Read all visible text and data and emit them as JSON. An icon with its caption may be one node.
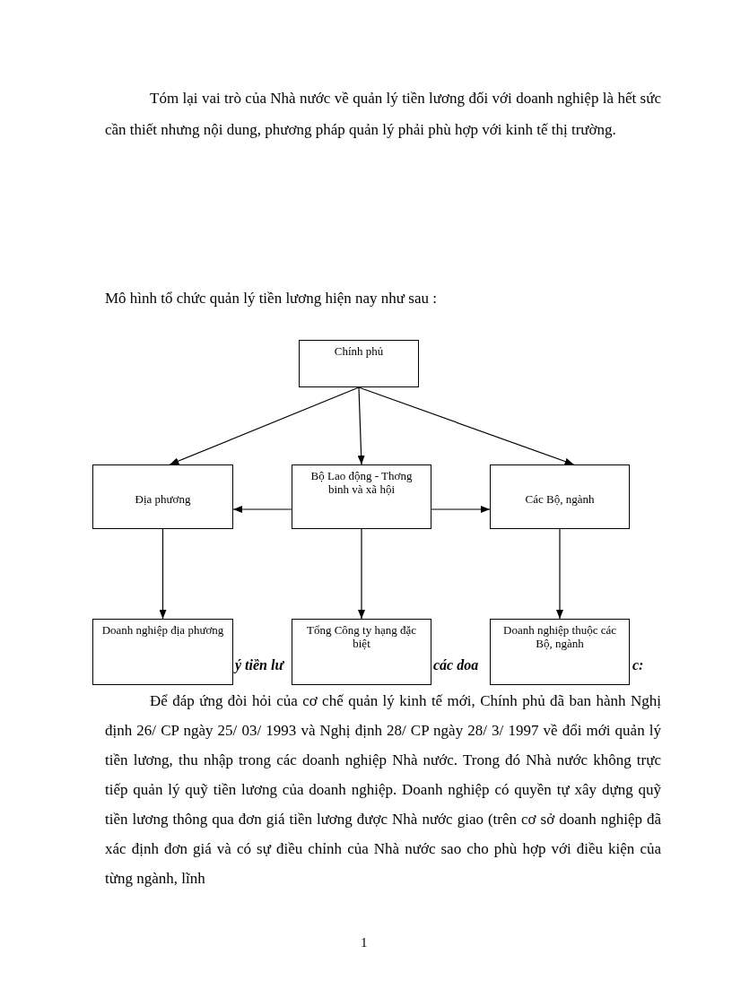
{
  "diagram": {
    "nodes": [
      {
        "text": [
          "Chính phủ"
        ]
      },
      {
        "text": [
          "Địa phương"
        ]
      },
      {
        "text": [
          "Bộ Lao động - Thơng binh và xã hội"
        ]
      },
      {
        "text": [
          "Các Bộ, ngành"
        ]
      },
      {
        "text": [
          "Doanh nghiệp địa phương"
        ]
      },
      {
        "text": [
          "Tổng Công ty hạng đặc biệt"
        ]
      },
      {
        "text": [
          "Doanh nghiệp thuộc các Bộ, ngành"
        ]
      }
    ],
    "edges": [
      {
        "from": 0,
        "to": 1,
        "arrow": "to"
      },
      {
        "from": 0,
        "to": 2,
        "arrow": "to"
      },
      {
        "from": 0,
        "to": 3,
        "arrow": "to"
      },
      {
        "from": 2,
        "to": 1,
        "arrow": "to"
      },
      {
        "from": 2,
        "to": 3,
        "arrow": "to"
      },
      {
        "from": 1,
        "to": 4,
        "arrow": "to"
      },
      {
        "from": 2,
        "to": 5,
        "arrow": "to"
      },
      {
        "from": 3,
        "to": 6,
        "arrow": "to"
      }
    ],
    "labels": [
      "Tóm lại vai trò của Nhà nước về quản lý tiền lương đối với doanh nghiệp là hết sức cần thiết nhưng nội dung, phương pháp quản lý phải phù hợp với kinh tế thị trường.",
      "Mô hình tổ chức quản lý tiền lương hiện nay như sau :",
      "ý tiền lư",
      "các doa",
      "c:",
      "Để đáp ứng đòi hỏi của cơ chế quản lý kinh tế mới, Chính phủ đã ban hành Nghị định 26/ CP ngày 25/ 03/ 1993 và Nghị định 28/ CP ngày 28/ 3/ 1997 về đổi mới quản lý tiền lương, thu nhập trong các doanh nghiệp Nhà nước. Trong đó Nhà nước không trực tiếp quản lý quỹ tiền lương của doanh nghiệp. Doanh nghiệp có quyền tự xây dựng quỹ tiền lương thông qua đơn giá tiền lương được Nhà nước giao (trên cơ sở doanh nghiệp đã xác định đơn giá và có sự điều chỉnh của Nhà nước sao cho phù hợp với điều kiện của từng ngành, lĩnh",
      "1"
    ]
  }
}
